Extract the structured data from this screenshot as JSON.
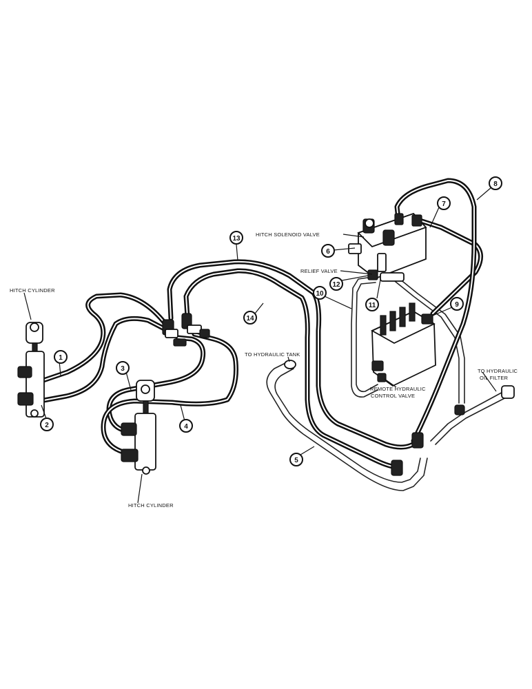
{
  "labels": {
    "hitch_cylinder_left": "HITCH CYLINDER",
    "hitch_cylinder_bottom": "HITCH CYLINDER",
    "hitch_solenoid_valve": "HITCH SOLENOID VALVE",
    "relief_valve": "RELIEF VALVE",
    "to_hydraulic_tank": "TO HYDRAULIC TANK",
    "to_hydraulic_oil_filter_1": "TO HYDRAULIC",
    "to_hydraulic_oil_filter_2": "OIL FILTER",
    "remote_control_valve_1": "REMOTE HYDRAULIC",
    "remote_control_valve_2": "CONTROL VALVE"
  },
  "callouts": {
    "c1": "1",
    "c2": "2",
    "c3": "3",
    "c4": "4",
    "c5": "5",
    "c6": "6",
    "c7": "7",
    "c8": "8",
    "c9": "9",
    "c10": "10",
    "c11": "11",
    "c12": "12",
    "c13": "13",
    "c14": "14"
  }
}
